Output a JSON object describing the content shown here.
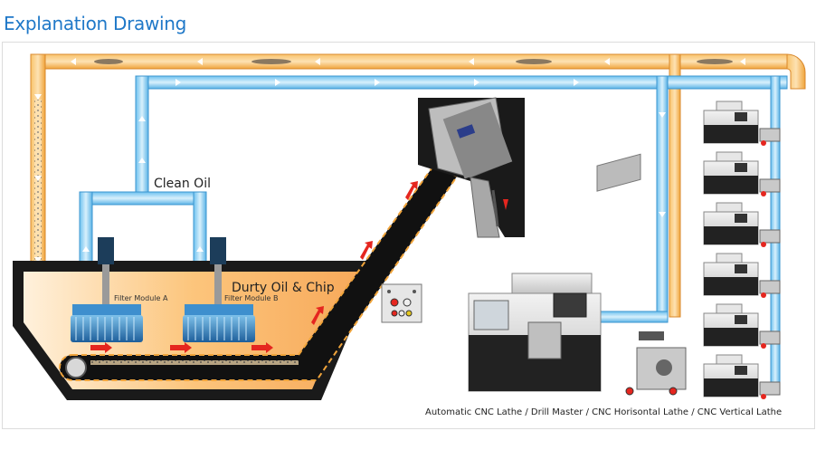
{
  "header": {
    "title": "Explanation Drawing"
  },
  "labels": {
    "clean_oil": "Clean Oil",
    "dirty_oil": "Durty Oil & Chip",
    "filter_a": "Filter Module A",
    "filter_b": "Filter Module B",
    "machines": "Automatic CNC Lathe /  Drill Master / CNC Horisontal Lathe / CNC Vertical Lathe"
  },
  "colors": {
    "chip_pipe": "#f5b04a",
    "oil_pipe": "#8fd0f5",
    "tank_fill": "#fcc57c",
    "belt": "#111111",
    "arrow_red": "#e5261f",
    "brand_blue": "#1f78c8"
  }
}
